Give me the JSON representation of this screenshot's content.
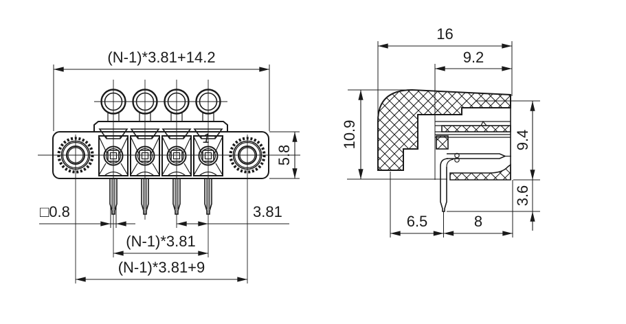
{
  "drawing": {
    "front_view": {
      "overall_width": "(N-1)*3.81+14.2",
      "body_height": "5.8",
      "pin_cross_section": "□0.8",
      "pin_pitch": "3.81",
      "pin_span": "(N-1)*3.81",
      "mounting_hole_span": "(N-1)*3.81+9",
      "pin_one_marker": "1"
    },
    "side_view": {
      "overall_depth": "16",
      "upper_depth": "9.2",
      "overall_height": "10.9",
      "body_height": "9.4",
      "pin_protrusion": "3.6",
      "pin_offset": "6.5",
      "pin_to_front": "8"
    },
    "colors": {
      "line": "#1a1a1a",
      "background": "#ffffff"
    }
  }
}
